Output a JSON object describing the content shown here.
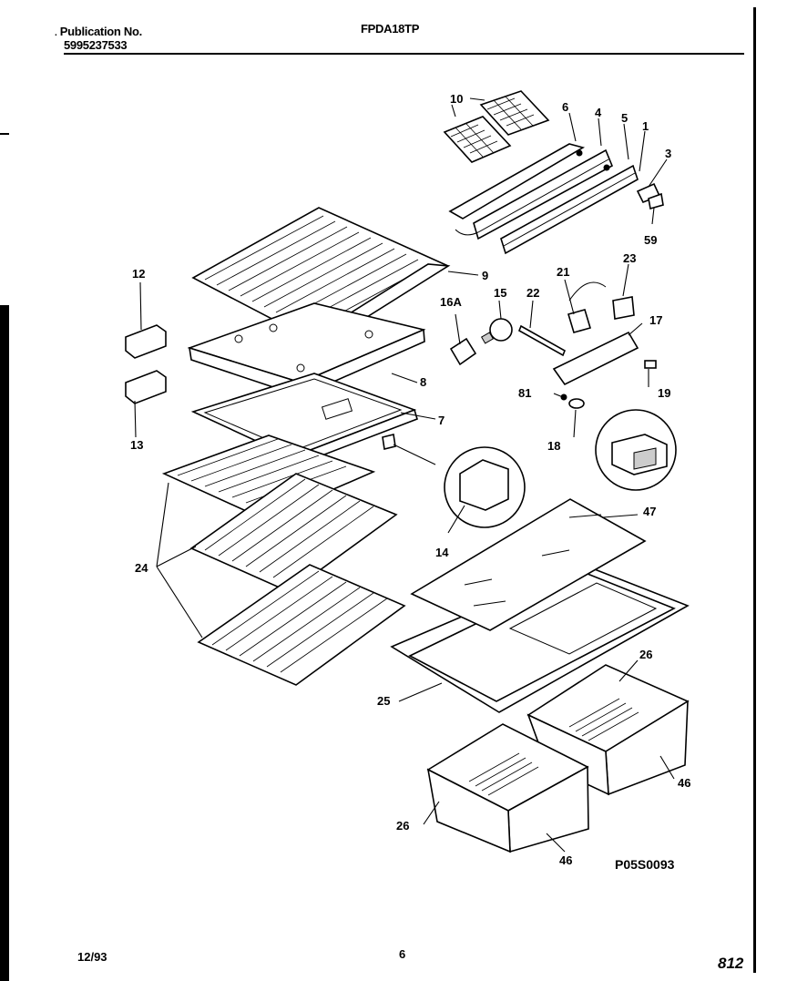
{
  "header": {
    "publication_label": "Publication No.",
    "publication_number": "5995237533",
    "model": "FPDA18TP"
  },
  "footer": {
    "date": "12/93",
    "page": "6",
    "code": "812"
  },
  "figure_id": "P05S0093",
  "callouts": {
    "c1": "1",
    "c3": "3",
    "c4": "4",
    "c5": "5",
    "c6": "6",
    "c7": "7",
    "c8": "8",
    "c9": "9",
    "c10": "10",
    "c12": "12",
    "c13": "13",
    "c14": "14",
    "c15": "15",
    "c16a": "16A",
    "c17": "17",
    "c18": "18",
    "c19": "19",
    "c21": "21",
    "c22": "22",
    "c23": "23",
    "c24": "24",
    "c25": "25",
    "c26a": "26",
    "c26b": "26",
    "c46a": "46",
    "c46b": "46",
    "c47": "47",
    "c59": "59",
    "c81": "81"
  }
}
